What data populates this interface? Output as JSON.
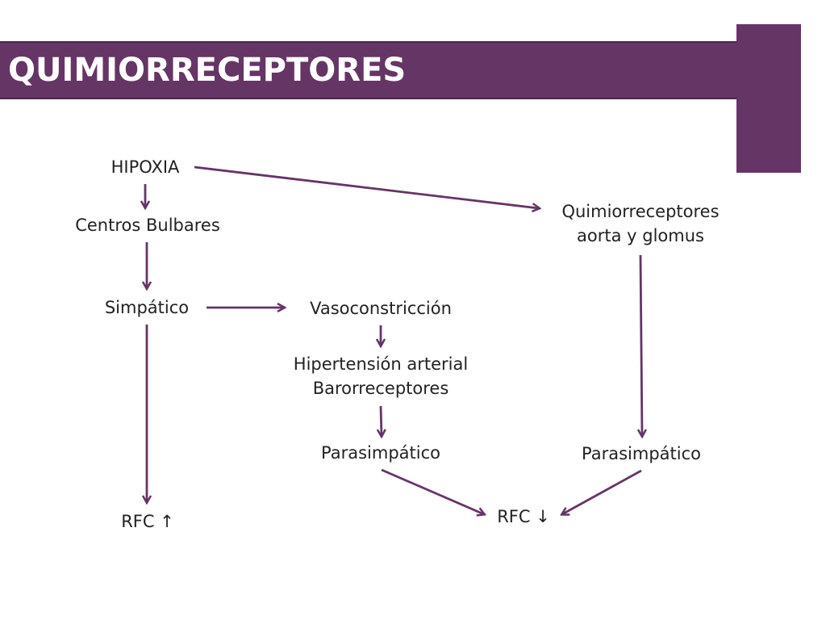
{
  "title": "QUIMIORRECEPTORES",
  "colors": {
    "accent": "#653565",
    "arrow": "#653565",
    "text": "#222222"
  },
  "nodes": {
    "hipoxia": "HIPOXIA",
    "centros_bulbares": "Centros Bulbares",
    "simpatico": "Simpático",
    "vasoconstriccion": "Vasoconstricción",
    "hipertension_line1": "Hipertensión arterial",
    "hipertension_line2": "Barorreceptores",
    "parasimpatico_center": "Parasimpático",
    "rfc_up": "RFC ↑",
    "quimio_line1": "Quimiorreceptores",
    "quimio_line2": "aorta y glomus",
    "parasimpatico_right": "Parasimpático",
    "rfc_down": "RFC ↓"
  }
}
